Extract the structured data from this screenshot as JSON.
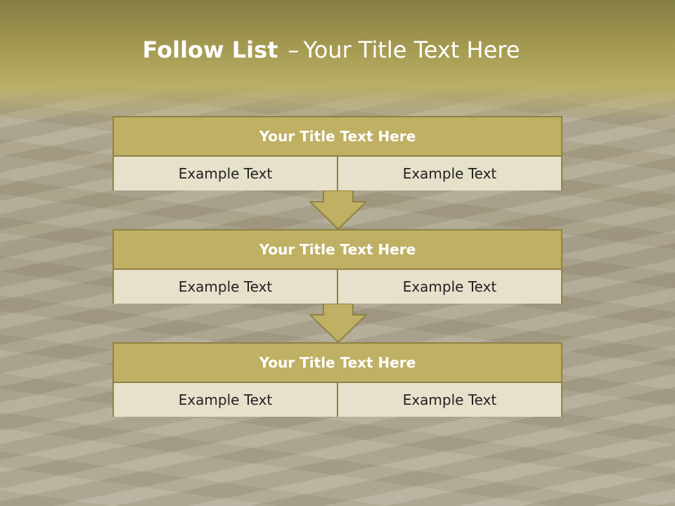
{
  "slide": {
    "title_bold": "Follow List",
    "title_dash": "–",
    "title_rest": "Your Title Text Here"
  },
  "blocks": [
    {
      "header": "Your Title Text Here",
      "left": "Example Text",
      "right": "Example Text"
    },
    {
      "header": "Your Title Text Here",
      "left": "Example Text",
      "right": "Example Text"
    },
    {
      "header": "Your Title Text Here",
      "left": "Example Text",
      "right": "Example Text"
    }
  ],
  "colors": {
    "accent": "#bfb064",
    "border": "#8f8244",
    "cell": "#e7e1cb"
  }
}
